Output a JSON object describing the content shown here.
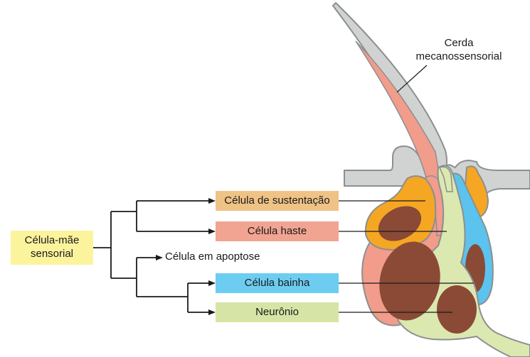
{
  "colors": {
    "support": "#efc285",
    "shaft": "#f2a492",
    "sheath": "#6dcdf1",
    "neuron": "#d6e5a6",
    "mother": "#fbf49c",
    "cuticle": "#d1d3d3",
    "cuticle_stroke": "#8c8f90",
    "nucleus": "#8a4a36",
    "support_cell_fill": "#f5a623",
    "neuron_fill": "#dbe8b0",
    "sheath_fill": "#5bc3ee",
    "shaft_fill": "#f29c8c"
  },
  "labels": {
    "mother_line1": "Célula-mãe",
    "mother_line2": "sensorial",
    "support": "Célula de sustentação",
    "shaft": "Célula haste",
    "apoptosis": "Célula em apoptose",
    "sheath": "Célula bainha",
    "neuron": "Neurônio",
    "bristle_line1": "Cerda",
    "bristle_line2": "mecanossensorial"
  }
}
